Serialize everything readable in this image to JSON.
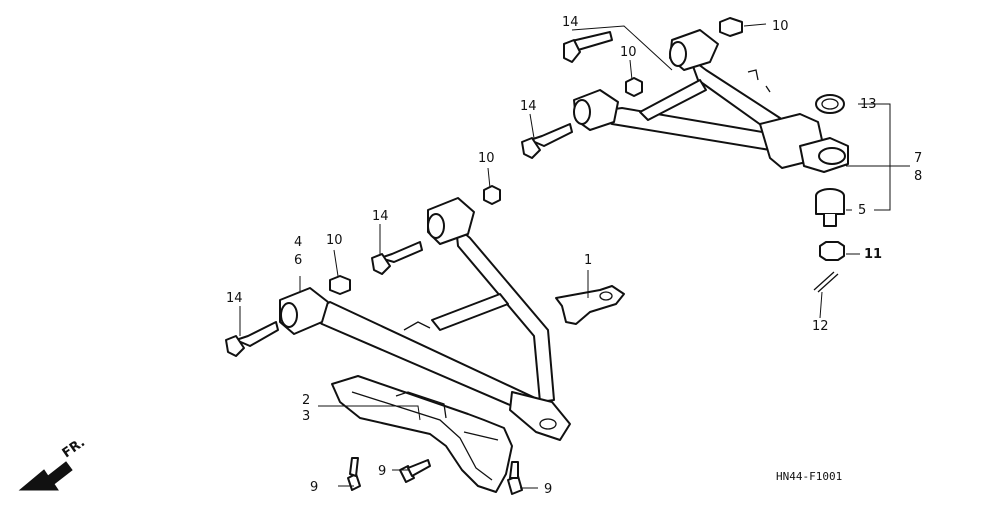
{
  "diagram": {
    "code": "HN44-F1001",
    "direction_label": "FR.",
    "callouts": {
      "c1": "1",
      "c2": "2",
      "c3": "3",
      "c4": "4",
      "c5": "5",
      "c6": "6",
      "c7": "7",
      "c8": "8",
      "c9a": "9",
      "c9b": "9",
      "c9c": "9",
      "c10a": "10",
      "c10b": "10",
      "c10c": "10",
      "c10d": "10",
      "c11": "11",
      "c12": "12",
      "c13": "13",
      "c14a": "14",
      "c14b": "14",
      "c14c": "14",
      "c14d": "14"
    }
  }
}
